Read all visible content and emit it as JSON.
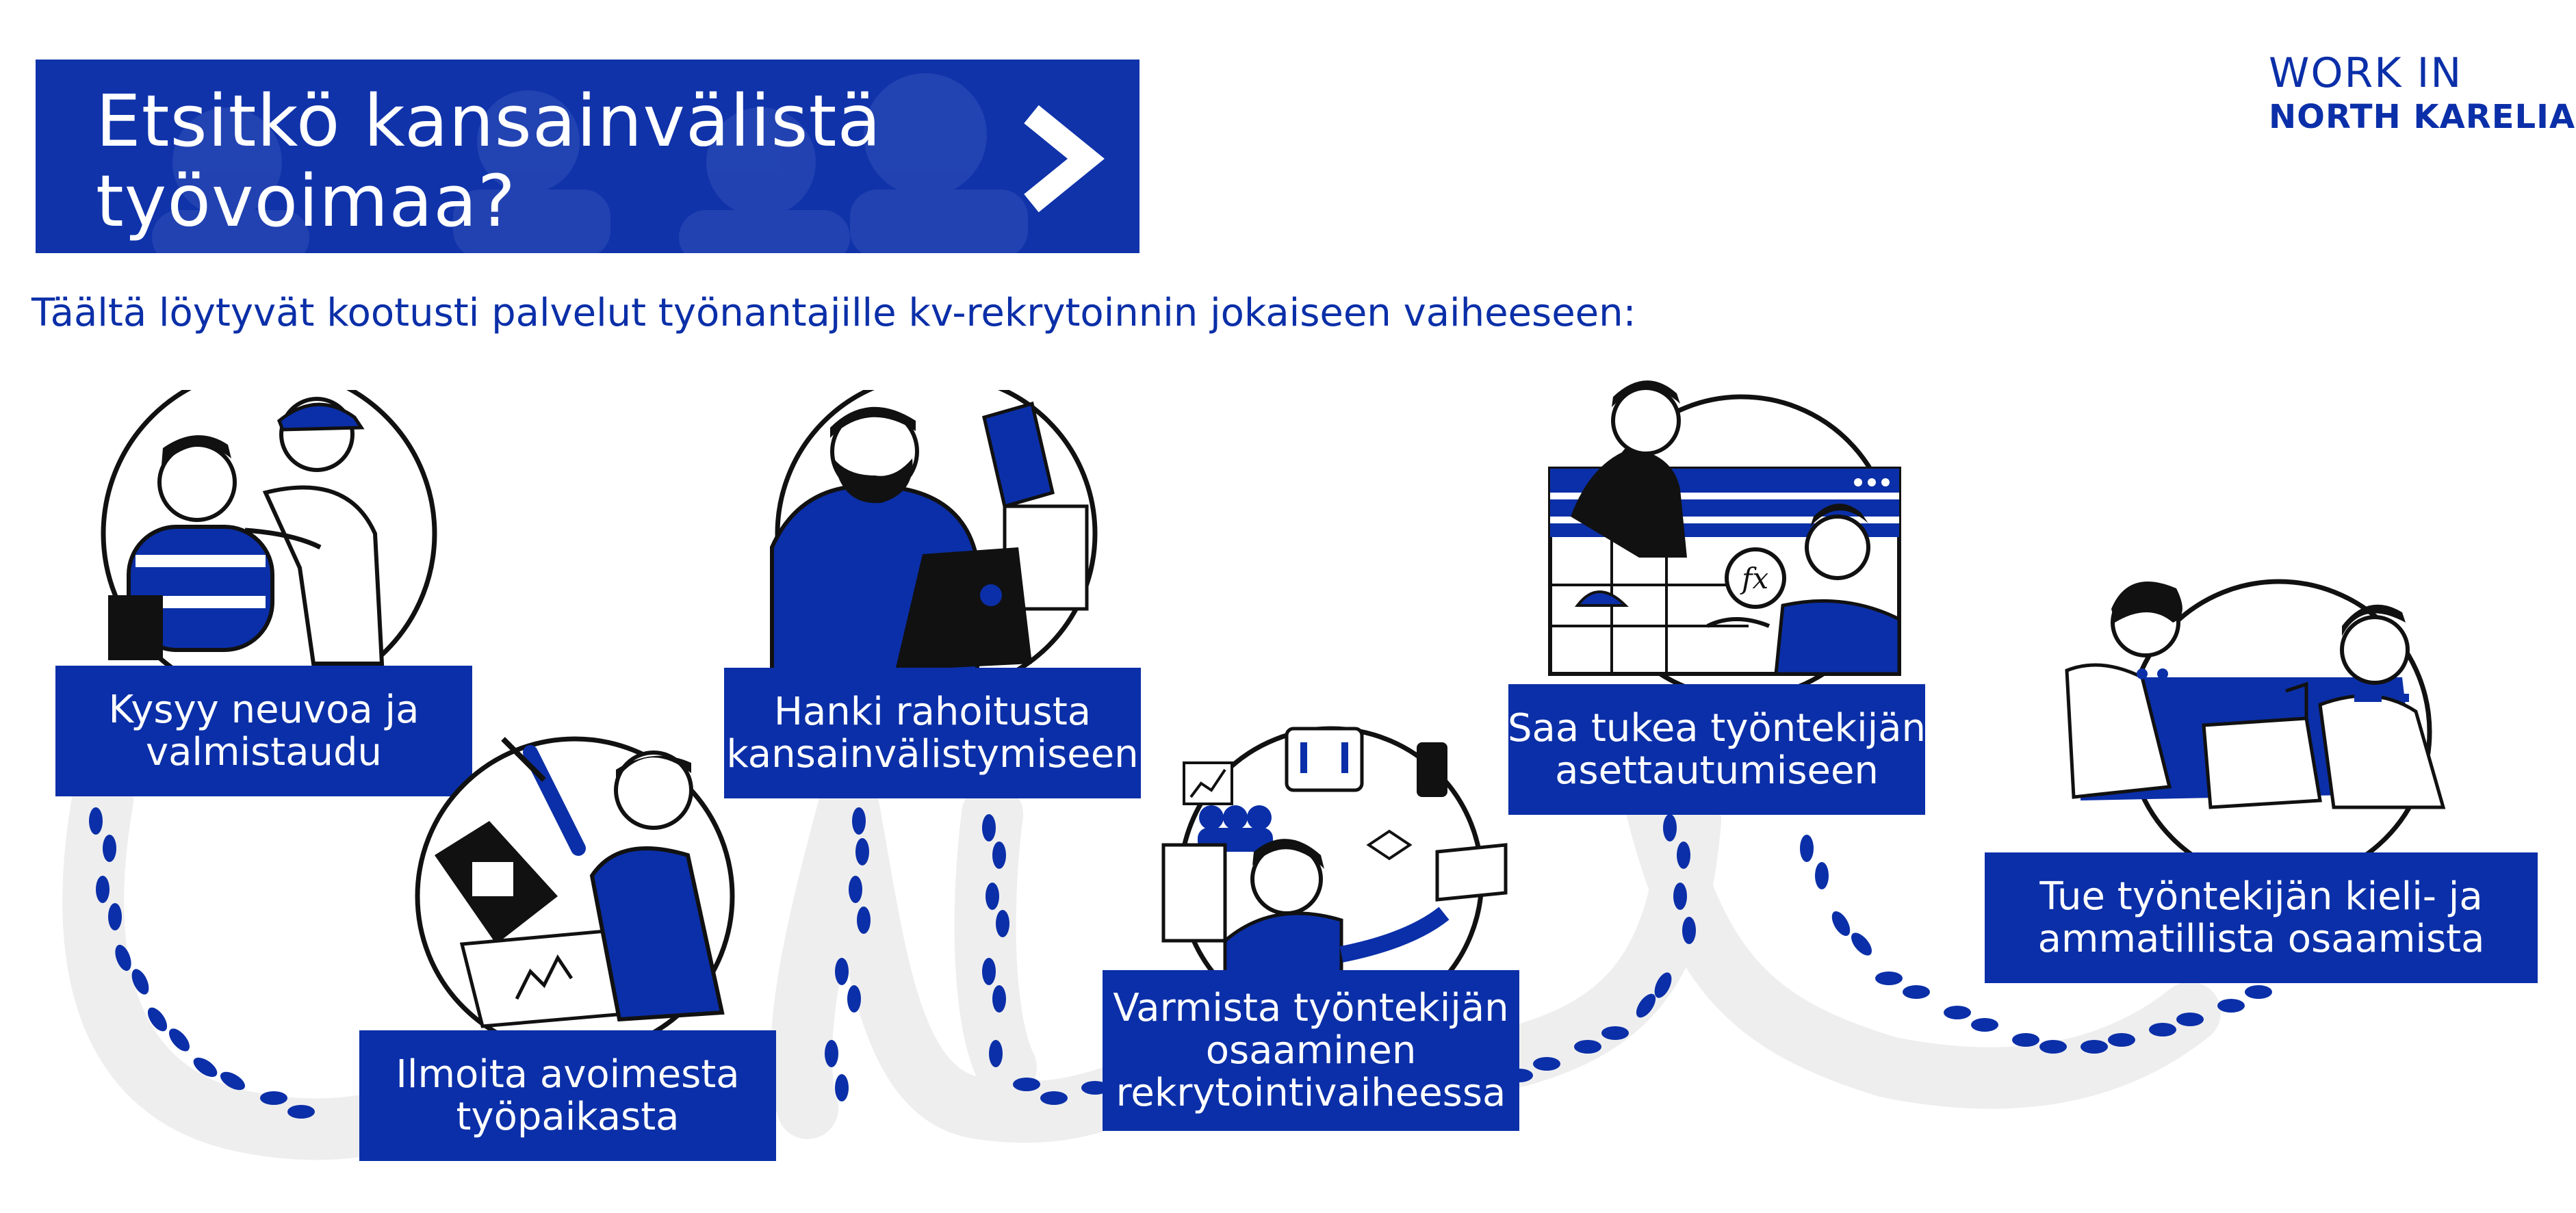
{
  "header": {
    "title_line1": "Etsitkö kansainvälistä",
    "title_line2": "työvoimaa?",
    "chevron_icon": "chevron-right-icon",
    "banner_color": "#1033aa"
  },
  "logo": {
    "line1": "WORK IN",
    "line2": "NORTH KARELIA"
  },
  "subtitle": "Täältä löytyvät kootusti palvelut työnantajille kv-rekrytoinnin jokaiseen vaiheeseen:",
  "steps": [
    {
      "line1": "Kysyy neuvoa ja",
      "line2": "valmistaudu",
      "line3": "",
      "illustration": "advice-people-icon"
    },
    {
      "line1": "Ilmoita avoimesta",
      "line2": "työpaikasta",
      "line3": "",
      "illustration": "job-posting-icon"
    },
    {
      "line1": "Hanki rahoitusta",
      "line2": "kansainvälistymiseen",
      "line3": "",
      "illustration": "funding-laptop-icon"
    },
    {
      "line1": "Varmista työntekijän",
      "line2": "osaaminen",
      "line3": "rekrytointivaiheessa",
      "illustration": "skills-check-icon"
    },
    {
      "line1": "Saa tukea työntekijän",
      "line2": "asettautumiseen",
      "line3": "",
      "illustration": "settling-support-icon"
    },
    {
      "line1": "Tue työntekijän kieli- ja",
      "line2": "ammatillista osaamista",
      "line3": "",
      "illustration": "language-learning-icon"
    }
  ],
  "colors": {
    "primary": "#0b2fa8",
    "path": "#eeeeee",
    "outline": "#111111"
  }
}
